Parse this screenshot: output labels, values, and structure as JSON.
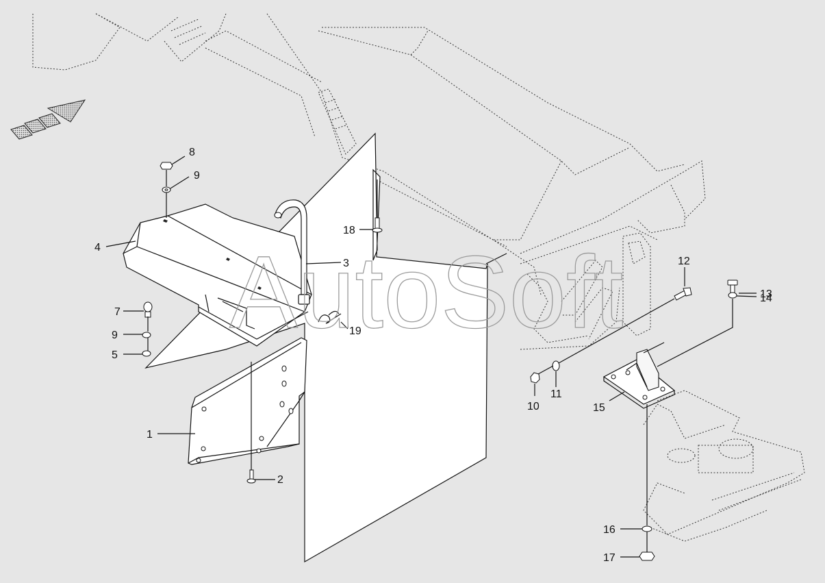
{
  "watermark": "AutoSoft",
  "callouts": [
    {
      "id": "c1",
      "label": "1"
    },
    {
      "id": "c2",
      "label": "2"
    },
    {
      "id": "c3",
      "label": "3"
    },
    {
      "id": "c4",
      "label": "4"
    },
    {
      "id": "c5",
      "label": "5"
    },
    {
      "id": "c7",
      "label": "7"
    },
    {
      "id": "c8",
      "label": "8"
    },
    {
      "id": "c9a",
      "label": "9"
    },
    {
      "id": "c9b",
      "label": "9"
    },
    {
      "id": "c10",
      "label": "10"
    },
    {
      "id": "c11",
      "label": "11"
    },
    {
      "id": "c12",
      "label": "12"
    },
    {
      "id": "c13",
      "label": "13"
    },
    {
      "id": "c14",
      "label": "14"
    },
    {
      "id": "c15",
      "label": "15"
    },
    {
      "id": "c16",
      "label": "16"
    },
    {
      "id": "c17",
      "label": "17"
    },
    {
      "id": "c18",
      "label": "18"
    },
    {
      "id": "c19",
      "label": "19"
    }
  ],
  "colors": {
    "background": "#e6e6e6",
    "line": "#111111",
    "watermark": "#9a9a9a"
  },
  "icons": [
    "direction-arrow-icon"
  ]
}
